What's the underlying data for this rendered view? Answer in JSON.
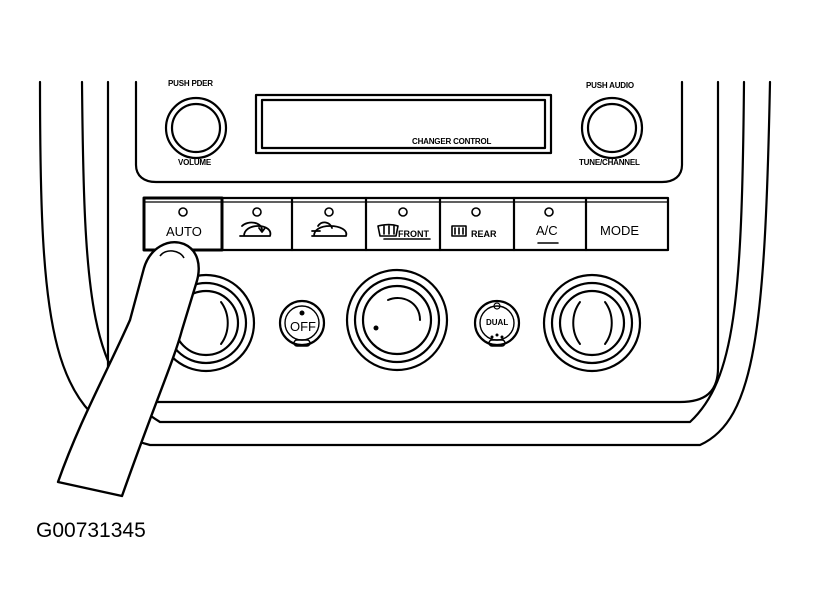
{
  "radio": {
    "left_knob_top": "PUSH PDER",
    "left_knob_bottom": "VOLUME",
    "display_label": "CHANGER CONTROL",
    "right_knob_top": "PUSH AUDIO",
    "right_knob_bottom": "TUNE/CHANNEL"
  },
  "buttons": {
    "auto": "AUTO",
    "recirc": "",
    "fresh_air": "",
    "front_defrost": "FRONT",
    "rear_defrost": "REAR",
    "ac": "A/C",
    "mode": "MODE"
  },
  "climate": {
    "off_label": "OFF",
    "dual_label": "DUAL"
  },
  "figure_id": "G00731345",
  "icons": [
    "recirculation-icon",
    "fresh-air-icon",
    "front-defrost-icon",
    "rear-defrost-icon",
    "fan-icon",
    "finger-icon"
  ],
  "colors": {
    "line": "#000000",
    "background": "#ffffff"
  }
}
